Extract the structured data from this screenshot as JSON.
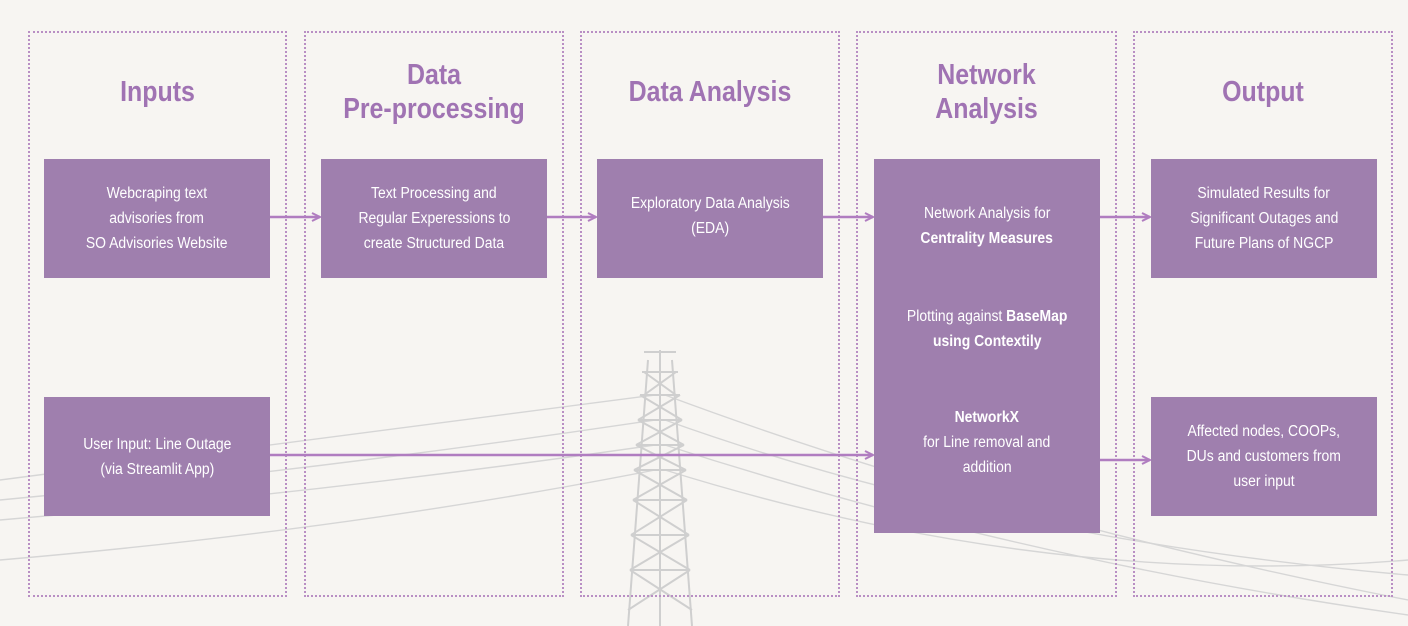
{
  "columns": {
    "inputs": {
      "title": [
        "Inputs"
      ]
    },
    "preprocessing": {
      "title": [
        "Data",
        "Pre-processing"
      ]
    },
    "analysis": {
      "title": [
        "Data Analysis"
      ]
    },
    "network": {
      "title": [
        "Network",
        "Analysis"
      ]
    },
    "output": {
      "title": [
        "Output"
      ]
    }
  },
  "boxes": {
    "webscraping": {
      "lines": [
        "Webcraping text",
        "advisories from",
        "SO Advisories Website"
      ]
    },
    "user_input": {
      "lines": [
        "User Input: Line Outage",
        "(via Streamlit App)"
      ]
    },
    "text_processing": {
      "lines": [
        "Text Processing and",
        "Regular Experessions to",
        "create Structured Data"
      ]
    },
    "eda": {
      "lines": [
        "Exploratory Data Analysis",
        "(EDA)"
      ]
    },
    "centrality": {
      "line1": "Network Analysis for",
      "bold": "Centrality Measures"
    },
    "basemap": {
      "prefix": "Plotting against ",
      "bold1": "BaseMap",
      "bold2": "using Contextily"
    },
    "networkx": {
      "bold": "NetworkX",
      "line2": "for Line removal and",
      "line3": "addition"
    },
    "simulated": {
      "lines": [
        "Simulated Results for",
        "Significant Outages and",
        "Future Plans of NGCP"
      ]
    },
    "affected": {
      "lines": [
        "Affected nodes, COOPs,",
        "DUs and customers from",
        "user input"
      ]
    }
  },
  "colors": {
    "accent": "#a073b3",
    "box": "#9f7fae",
    "border": "#b98fc4",
    "arrow": "#b07dc0",
    "background": "#f7f5f2"
  },
  "icons": [
    "transmission-tower-illustration",
    "power-lines-illustration",
    "arrow-right-icon"
  ]
}
